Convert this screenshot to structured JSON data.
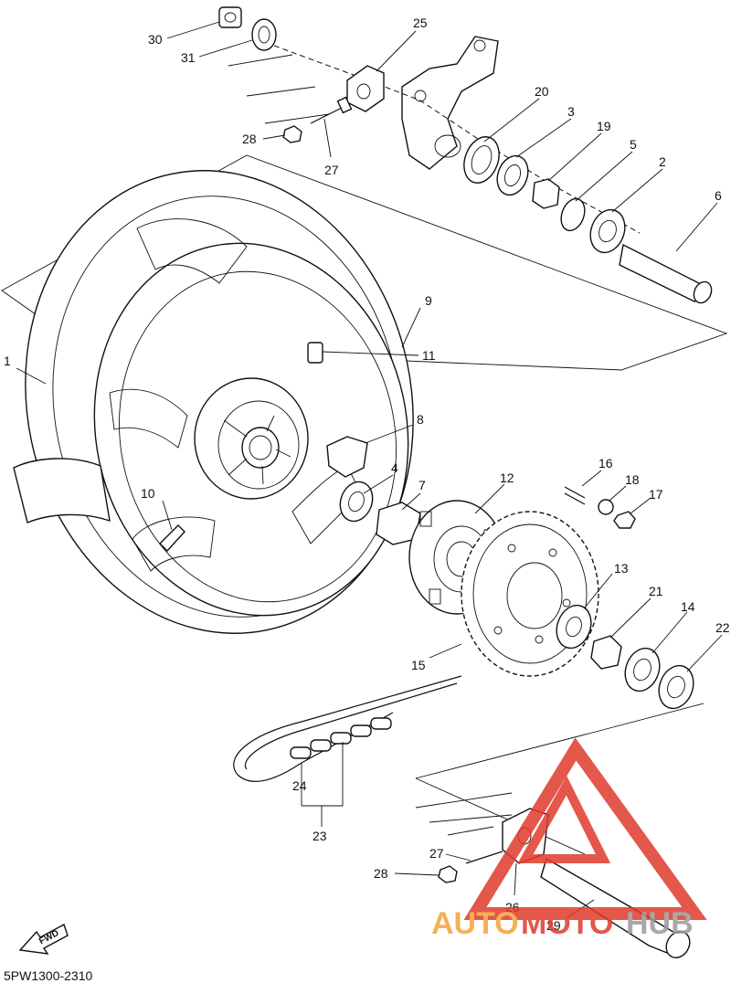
{
  "diagram_code": "5PW1300-2310",
  "fwd_label": "FWD",
  "watermark": {
    "text_a": "AUTO",
    "text_b": "MOTO",
    "text_c": "HUB",
    "color_red": "#e03a2c",
    "color_orange": "#f2a33a",
    "color_gray": "#9a9a9a"
  },
  "labels": {
    "p1": "1",
    "p2": "2",
    "p3": "3",
    "p4": "4",
    "p5": "5",
    "p6": "6",
    "p7": "7",
    "p8": "8",
    "p9": "9",
    "p10": "10",
    "p11": "11",
    "p12": "12",
    "p13": "13",
    "p14": "14",
    "p15": "15",
    "p16": "16",
    "p17": "17",
    "p18": "18",
    "p19": "19",
    "p20": "20",
    "p21": "21",
    "p22": "22",
    "p23": "23",
    "p24": "24",
    "p25": "25",
    "p26": "26",
    "p27a": "27",
    "p27b": "27",
    "p28a": "28",
    "p28b": "28",
    "p29": "29",
    "p30": "30",
    "p31": "31"
  }
}
